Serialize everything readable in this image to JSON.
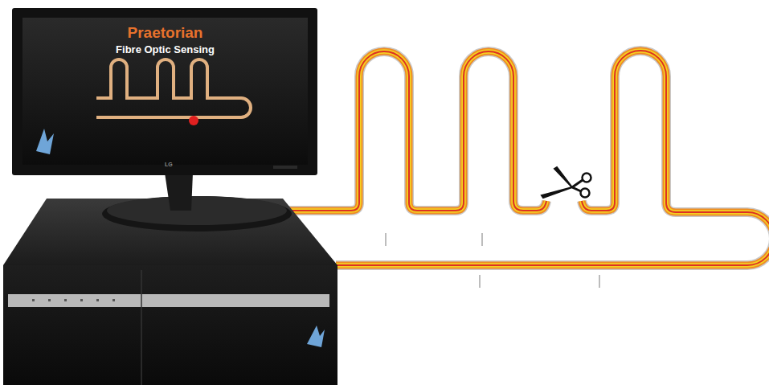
{
  "diagram": {
    "nodes": [
      {
        "text": [
          "Praetorian",
          "Fibre Optic Sensing"
        ]
      }
    ],
    "labels": [
      "LG"
    ]
  }
}
